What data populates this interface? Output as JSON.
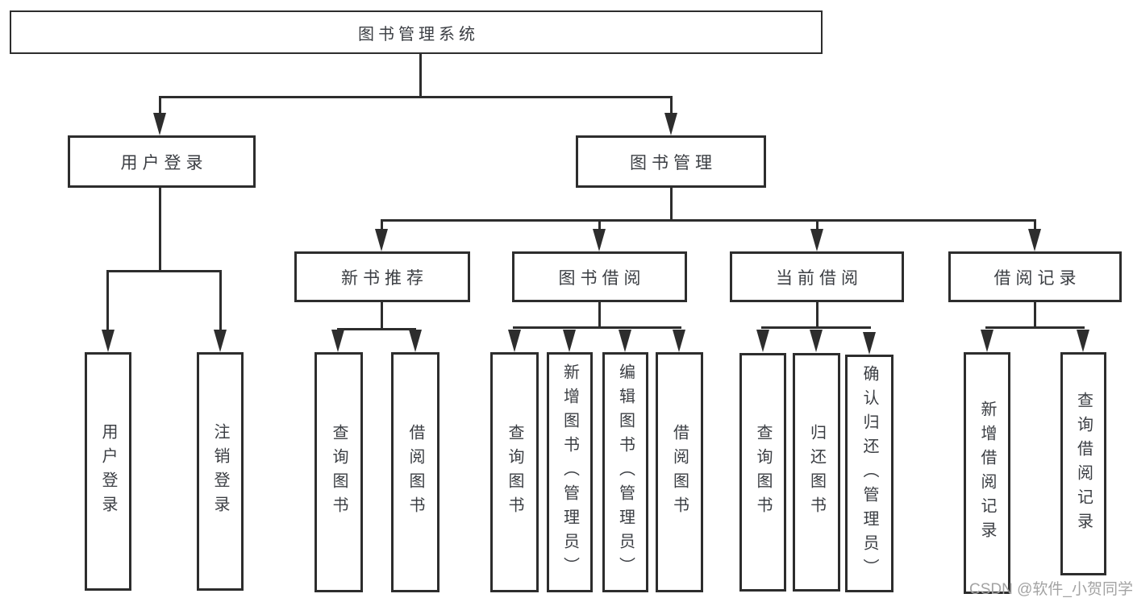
{
  "diagram_title": "图书管理系统",
  "tree": {
    "label": "图书管理系统",
    "children": [
      {
        "label": "用户登录",
        "children": [
          {
            "label": "用户登录"
          },
          {
            "label": "注销登录"
          }
        ]
      },
      {
        "label": "图书管理",
        "children": [
          {
            "label": "新书推荐",
            "children": [
              {
                "label": "查询图书"
              },
              {
                "label": "借阅图书"
              }
            ]
          },
          {
            "label": "图书借阅",
            "children": [
              {
                "label": "查询图书"
              },
              {
                "label": "新增图书（管理员）"
              },
              {
                "label": "编辑图书（管理员）"
              },
              {
                "label": "借阅图书"
              }
            ]
          },
          {
            "label": "当前借阅",
            "children": [
              {
                "label": "查询图书"
              },
              {
                "label": "归还图书"
              },
              {
                "label": "确认归还（管理员）"
              }
            ]
          },
          {
            "label": "借阅记录",
            "children": [
              {
                "label": "新增借阅记录"
              },
              {
                "label": "查询借阅记录"
              }
            ]
          }
        ]
      }
    ]
  },
  "watermark": {
    "text": "CSDN @软件_小贺同学"
  },
  "colors": {
    "line": "#2d2d2d",
    "text": "#3b3e43",
    "background": "#ffffff",
    "watermark": "#a3a3a3"
  }
}
